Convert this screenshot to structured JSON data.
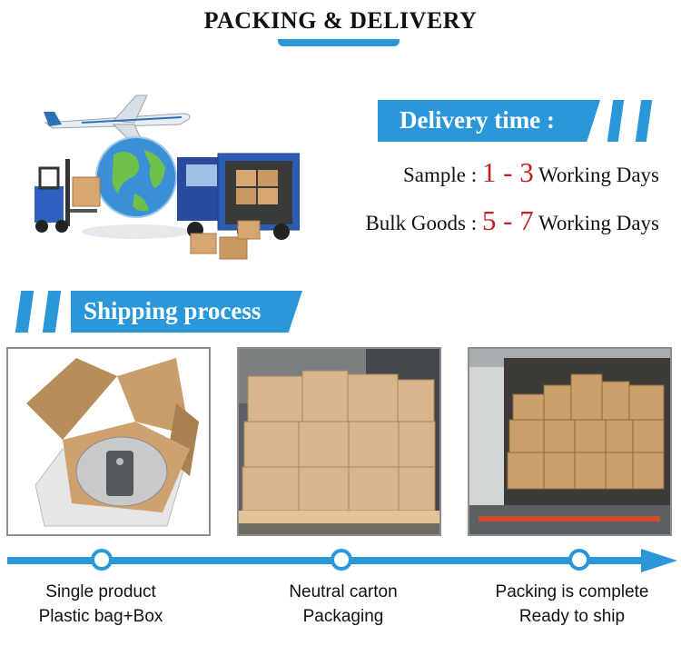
{
  "header": {
    "title": "PACKING & DELIVERY"
  },
  "delivery": {
    "heading": "Delivery time :",
    "sample_label": "Sample : ",
    "sample_range": "1 - 3",
    "sample_unit": " Working Days",
    "bulk_label": "Bulk Goods : ",
    "bulk_range": "5 - 7",
    "bulk_unit": " Working Days"
  },
  "shipping": {
    "heading": "Shipping process"
  },
  "steps": [
    {
      "line1": "Single product",
      "line2": "Plastic bag+Box"
    },
    {
      "line1": "Neutral carton",
      "line2": "Packaging"
    },
    {
      "line1": "Packing is complete",
      "line2": "Ready to ship"
    }
  ],
  "colors": {
    "accent": "#2a97d8",
    "highlight": "#c51f1f"
  },
  "icons": [
    "airplane-icon",
    "globe-icon",
    "forklift-icon",
    "truck-icon",
    "cardboard-box-icon"
  ]
}
